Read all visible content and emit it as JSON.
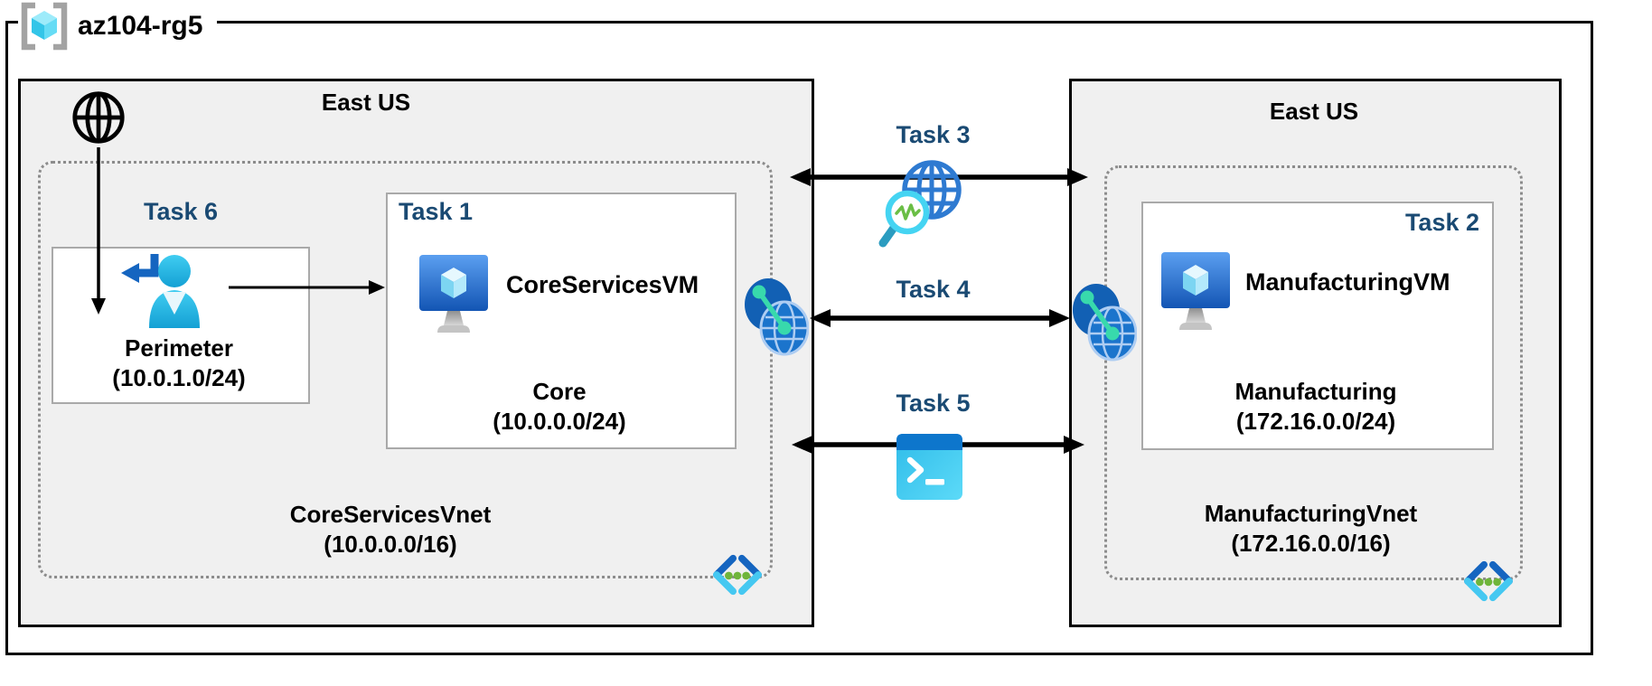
{
  "title": {
    "resource_group": "az104-rg5"
  },
  "left_region": {
    "location": "East US",
    "task6_label": "Task 6",
    "perimeter_subnet": {
      "name": "Perimeter",
      "cidr": "(10.0.1.0/24)"
    },
    "task1_label": "Task 1",
    "vm_name": "CoreServicesVM",
    "core_subnet": {
      "name": "Core",
      "cidr": "(10.0.0.0/24)"
    },
    "vnet": {
      "name": "CoreServicesVnet",
      "cidr": "(10.0.0.0/16)"
    }
  },
  "right_region": {
    "location": "East US",
    "task2_label": "Task 2",
    "vm_name": "ManufacturingVM",
    "subnet": {
      "name": "Manufacturing",
      "cidr": "(172.16.0.0/24)"
    },
    "vnet": {
      "name": "ManufacturingVnet",
      "cidr": "(172.16.0.0/16)"
    }
  },
  "connections": {
    "task3": {
      "label": "Task 3",
      "icon": "network-watcher-icon"
    },
    "task4": {
      "label": "Task 4",
      "icon": "vnet-peering-icon"
    },
    "task5": {
      "label": "Task 5",
      "icon": "cloud-shell-icon"
    }
  },
  "icons": [
    "resource-group-icon",
    "internet-globe-icon",
    "signin-user-icon",
    "virtual-machine-icon",
    "virtual-network-icon",
    "vnet-peering-icon",
    "network-watcher-icon",
    "cloud-shell-icon"
  ],
  "colors": {
    "region_fill": "#F0F0F0",
    "region_border": "#000000",
    "vnet_dotted_border": "#8C8C8C",
    "inner_box_border": "#A9A9A9",
    "task_label_blue": "#1A4A73",
    "arrow_black": "#000000",
    "azure_dark_blue": "#1565C0",
    "azure_cyan": "#35C1EA",
    "peering_teal": "#38D9AC",
    "vnet_dot_green": "#6FB53A"
  }
}
